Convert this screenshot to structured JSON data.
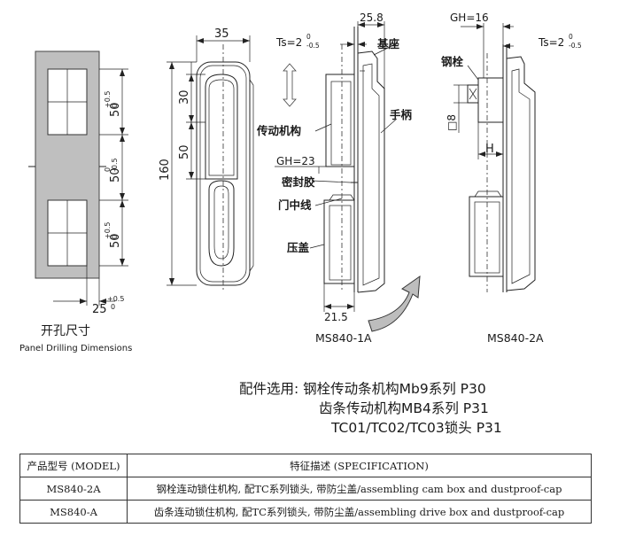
{
  "panel_drilling": {
    "title_cn": "开孔尺寸",
    "title_en": "Panel Drilling Dimensions",
    "dim_top": "50",
    "dim_top_tol_upper": "+0.5",
    "dim_top_tol_lower": "0",
    "dim_mid": "50",
    "dim_mid_tol_upper": "0",
    "dim_mid_tol_lower": "-0.5",
    "dim_bottom": "50",
    "dim_bottom_tol_upper": "+0.5",
    "dim_bottom_tol_lower": "0",
    "dim_width": "25",
    "dim_width_tol_upper": "+0.5",
    "dim_width_tol_lower": "0"
  },
  "front_view": {
    "dim_width": "35",
    "dim_height": "160",
    "dim_30": "30",
    "dim_50": "50"
  },
  "side_view_1": {
    "ts_label": "Ts=2",
    "ts_tol_upper": "0",
    "ts_tol_lower": "-0.5",
    "dim_258": "25.8",
    "dim_215": "21.5",
    "gh_label": "GH=23",
    "label_base": "基座",
    "label_handle": "手柄",
    "label_drive": "传动机构",
    "label_seal": "密封胶",
    "label_door_center": "门中线",
    "label_cover": "压盖",
    "model": "MS840-1A"
  },
  "side_view_2": {
    "gh_label": "GH=16",
    "ts_label": "Ts=2",
    "ts_tol_upper": "0",
    "ts_tol_lower": "-0.5",
    "label_bolt": "钢栓",
    "label_square": "□8",
    "label_h": "H",
    "model": "MS840-2A"
  },
  "accessories": {
    "line1": "配件选用: 钢栓传动条机构Mb9系列  P30",
    "line2": "齿条传动机构MB4系列  P31",
    "line3": "TC01/TC02/TC03锁头  P31"
  },
  "spec_table": {
    "headers": [
      "产品型号 (MODEL)",
      "特征描述 (SPECIFICATION)"
    ],
    "rows": [
      {
        "model": "MS840-2A",
        "desc": "钢栓连动锁住机构, 配TC系列锁头, 带防尘盖/assembling cam box and dustproof-cap"
      },
      {
        "model": "MS840-A",
        "desc": "齿条连动锁住机构, 配TC系列锁头, 带防尘盖/assembling drive box and dustproof-cap"
      }
    ]
  }
}
